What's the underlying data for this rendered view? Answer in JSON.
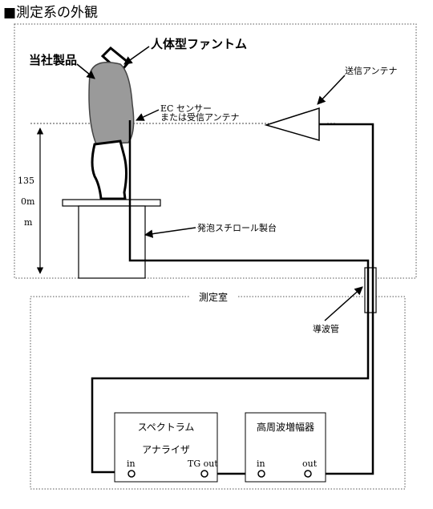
{
  "page_title": "■測定系の外観",
  "labels": {
    "product": "当社製品",
    "phantom": "人体型ファントム",
    "ec_sensor_line1": "EC センサー",
    "ec_sensor_line2": "または受信アンテナ",
    "tx_antenna": "送信アンテナ",
    "height_line1": "135",
    "height_line2": "0m",
    "height_line3": "m",
    "foam_stand": "発泡スチロール製台",
    "room": "測定室",
    "waveguide": "導波管",
    "spectrum_line1": "スペクトラム",
    "spectrum_line2": "アナライザ",
    "amplifier": "高周波増幅器",
    "sa_in": "in",
    "sa_tg_out": "TG out",
    "amp_in": "in",
    "amp_out": "out"
  }
}
